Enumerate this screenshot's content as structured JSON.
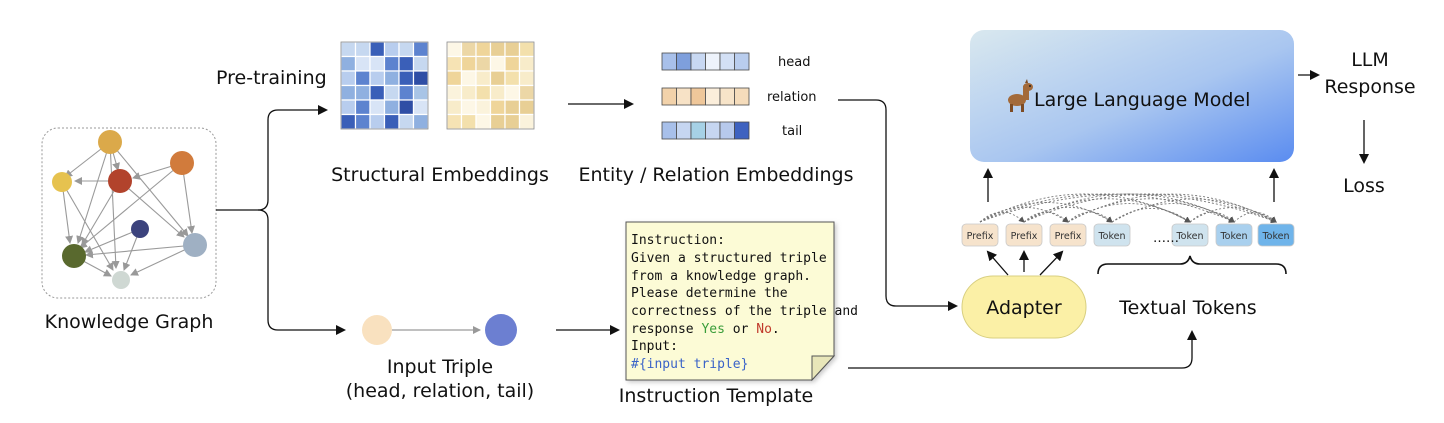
{
  "labels": {
    "pretraining": "Pre-training",
    "structural_embeddings": "Structural Embeddings",
    "entity_relation_embeddings": "Entity / Relation Embeddings",
    "knowledge_graph": "Knowledge Graph",
    "input_triple_title": "Input Triple",
    "input_triple_sub": "(head, relation, tail)",
    "instruction_template": "Instruction Template",
    "llm_title": "Large Language Model",
    "llm_response_1": "LLM",
    "llm_response_2": "Response",
    "loss": "Loss",
    "adapter": "Adapter",
    "textual_tokens": "Textual Tokens",
    "emb_head": "head",
    "emb_relation": "relation",
    "emb_tail": "tail",
    "token_prefix": "Prefix",
    "token_token": "Token",
    "token_ellipsis": "……"
  },
  "instruction_note": {
    "line1": "Instruction:",
    "line2": "Given a structured triple",
    "line3": "from a knowledge graph.",
    "line4": "Please determine the",
    "line5": "correctness of the triple and",
    "line6_pre": "response ",
    "line6_yes": "Yes",
    "line6_mid": " or ",
    "line6_no": "No",
    "line6_end": ".",
    "line7": "Input:",
    "line8": "#{input triple}"
  },
  "colors": {
    "llm_gradient_start": "#cfe1ee",
    "llm_gradient_end": "#5b8ff0",
    "adapter_fill": "#fbf0a6",
    "note_fill": "#fcfbd6",
    "yes": "#3a9d3a",
    "no": "#c0392b",
    "input_ref": "#3a63c8",
    "prefix_fill": "#f6e3cc",
    "token_fill": "#cfe3ee",
    "token_last_fill": "#6fb4ea"
  }
}
